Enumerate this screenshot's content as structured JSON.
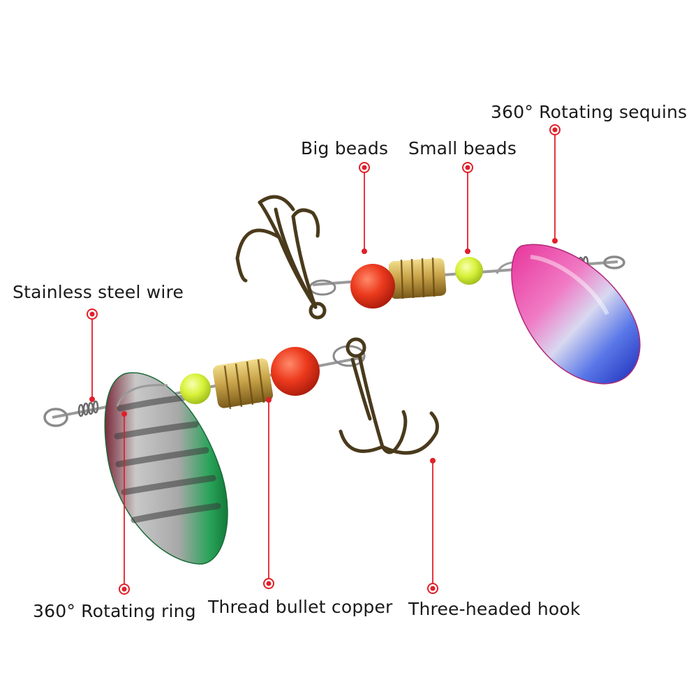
{
  "labels": {
    "rotating_sequins": "360°  Rotating sequins",
    "big_beads": "Big beads",
    "small_beads": "Small beads",
    "stainless_steel_wire": "Stainless steel wire",
    "rotating_ring": "360°  Rotating ring",
    "thread_bullet_copper": "Thread bullet copper",
    "three_headed_hook": "Three-headed hook"
  },
  "colors": {
    "callout_red": "#e0202a",
    "big_bead_red": "#e8321e",
    "small_bead_yellow": "#d8f23a",
    "copper_gold": "#c9a44a",
    "hook_bronze": "#4a3a1c",
    "wire_steel": "#9a9a9a",
    "blade_top_pink": "#e8349a",
    "blade_top_blue": "#2a48d0",
    "blade_bottom_green": "#1a9a4a",
    "blade_bottom_silver": "#c8c8c8"
  },
  "icons": {
    "callout_marker": "red-ring-dot",
    "lure": "spinner-lure"
  }
}
